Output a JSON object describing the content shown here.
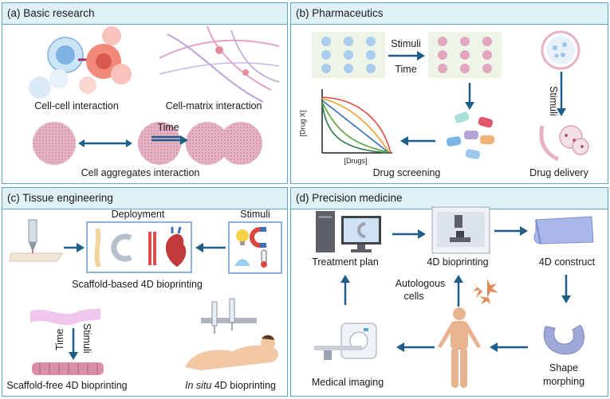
{
  "panels": {
    "a": {
      "title": "(a) Basic research",
      "cell_cell": "Cell-cell interaction",
      "cell_matrix": "Cell-matrix interaction",
      "time": "Time",
      "aggregates": "Cell aggregates interaction"
    },
    "b": {
      "title": "(b)  Pharmaceutics",
      "stimuli": "Stimuli",
      "time": "Time",
      "y_axis": "[Drug X]",
      "x_axis": "[Drugs]",
      "screening": "Drug screening",
      "delivery": "Drug delivery",
      "stimuli_vertical": "Stimuli"
    },
    "c": {
      "title": "(c) Tissue engineering",
      "deployment": "Deployment",
      "stimuli": "Stimuli",
      "scaffold_based": "Scaffold-based 4D bioprinting",
      "stimuli_vertical": "Stimuli",
      "time_vertical": "Time",
      "scaffold_free": "Scaffold-free 4D bioprinting",
      "in_situ_italic": "In situ",
      "in_situ_rest": " 4D bioprinting"
    },
    "d": {
      "title": "(d) Precision medicine",
      "treatment_plan": "Treatment plan",
      "bioprinting": "4D bioprinting",
      "construct": "4D construct",
      "autologous_1": "Autologous",
      "autologous_2": "cells",
      "medical_imaging": "Medical imaging",
      "shape_1": "Shape",
      "shape_2": "morphing"
    }
  },
  "colors": {
    "border": "#5aa6c8",
    "header": "#dff0f7",
    "arrow": "#1f5e86",
    "aggregate": "#e7b3c3",
    "well_blue": "#a9cdef",
    "well_pink": "#e3a6c0"
  }
}
